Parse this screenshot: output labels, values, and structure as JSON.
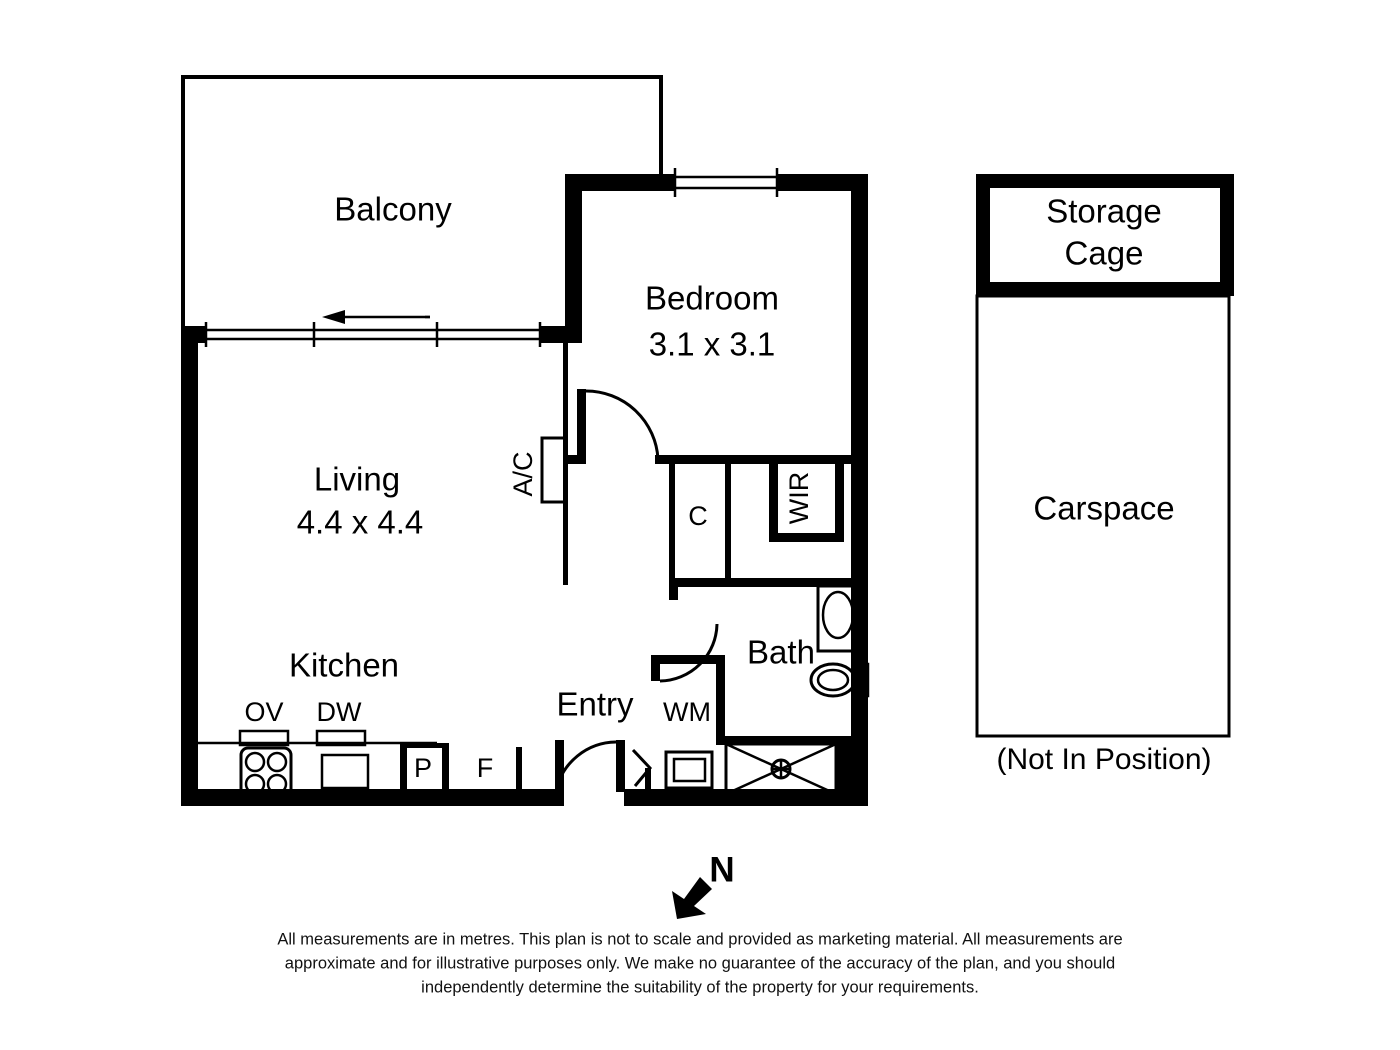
{
  "document": {
    "type": "real-estate-floor-plan",
    "orientation": "north-arrow-points-southwest"
  },
  "rooms": [
    {
      "id": "balcony",
      "label": "Balcony",
      "dimensions": ""
    },
    {
      "id": "bedroom",
      "label": "Bedroom",
      "dimensions": "3.1 x 3.1"
    },
    {
      "id": "living",
      "label": "Living",
      "dimensions": "4.4 x 4.4"
    },
    {
      "id": "kitchen",
      "label": "Kitchen",
      "dimensions": ""
    },
    {
      "id": "bath",
      "label": "Bath",
      "dimensions": ""
    },
    {
      "id": "entry",
      "label": "Entry",
      "dimensions": ""
    },
    {
      "id": "storage",
      "label": "Storage",
      "dimensions": ""
    },
    {
      "id": "cage",
      "label": "Cage",
      "dimensions": ""
    },
    {
      "id": "carspace",
      "label": "Carspace",
      "dimensions": ""
    }
  ],
  "labels": {
    "balcony": "Balcony",
    "bedroom": "Bedroom",
    "bedroom_dim": "3.1 x 3.1",
    "living": "Living",
    "living_dim": "4.4 x 4.4",
    "kitchen": "Kitchen",
    "bath": "Bath",
    "entry": "Entry",
    "storage_line1": "Storage",
    "storage_line2": "Cage",
    "carspace": "Carspace",
    "not_in_position": "(Not In Position)"
  },
  "fixtures": {
    "oven": "OV",
    "dishwasher": "DW",
    "pantry": "P",
    "fridge": "F",
    "aircon": "A/C",
    "closet": "C",
    "walk_in_robe": "WIR",
    "washing_machine": "WM"
  },
  "compass": {
    "north_label": "N"
  },
  "disclaimer": {
    "line1": "All measurements are in metres. This plan is not to scale and provided as marketing material. All measurements are",
    "line2": "approximate and for illustrative purposes only. We make no guarantee of the accuracy of the plan, and you should",
    "line3": "independently determine the suitability of the property for your requirements."
  },
  "colors": {
    "wall": "#000000",
    "background": "#ffffff",
    "text": "#000000"
  }
}
